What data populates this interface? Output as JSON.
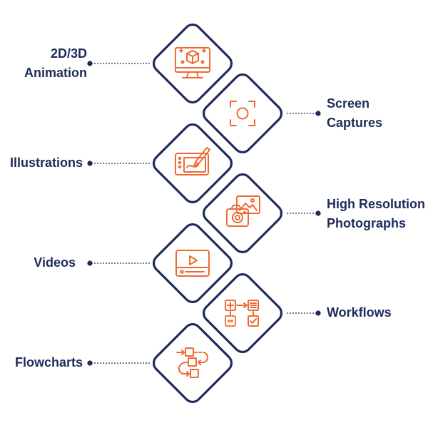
{
  "colors": {
    "navy": "#1f2b5b",
    "orange": "#ee6a32",
    "background": "#ffffff"
  },
  "items": [
    {
      "id": "animation",
      "lines": [
        "2D/3D",
        "Animation"
      ],
      "side": "left",
      "icon": "animation-monitor-icon"
    },
    {
      "id": "screen-captures",
      "lines": [
        "Screen",
        "Captures"
      ],
      "side": "right",
      "icon": "screen-capture-icon"
    },
    {
      "id": "illustrations",
      "lines": [
        "Illustrations"
      ],
      "side": "left",
      "icon": "drawing-tablet-icon"
    },
    {
      "id": "photographs",
      "lines": [
        "High Resolution",
        "Photographs"
      ],
      "side": "right",
      "icon": "camera-photos-icon"
    },
    {
      "id": "videos",
      "lines": [
        "Videos"
      ],
      "side": "left",
      "icon": "video-player-icon"
    },
    {
      "id": "workflows",
      "lines": [
        "Workflows"
      ],
      "side": "right",
      "icon": "workflow-icon"
    },
    {
      "id": "flowcharts",
      "lines": [
        "Flowcharts"
      ],
      "side": "left",
      "icon": "flowchart-icon"
    }
  ]
}
